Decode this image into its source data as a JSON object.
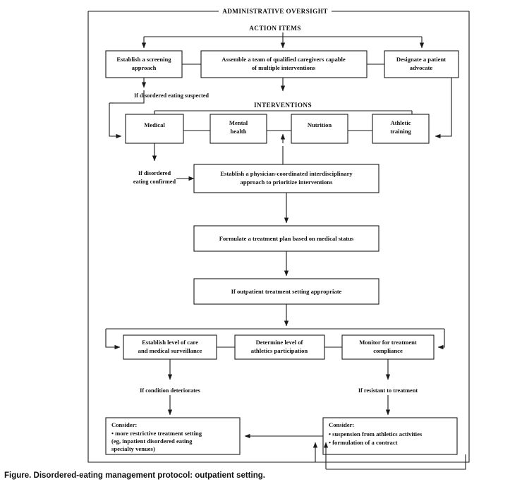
{
  "figure": {
    "caption": "Figure.  Disordered-eating management protocol: outpatient setting.",
    "outer_label": "ADMINISTRATIVE OVERSIGHT",
    "section_action_items": "ACTION ITEMS",
    "section_interventions": "INTERVENTIONS"
  },
  "boxes": {
    "screening": {
      "line1": "Establish a screening",
      "line2": "approach"
    },
    "team": {
      "line1": "Assemble a team of qualified caregivers capable",
      "line2": "of multiple interventions"
    },
    "advocate": {
      "line1": "Designate a patient",
      "line2": "advocate"
    },
    "medical": {
      "line1": "Medical"
    },
    "mental": {
      "line1": "Mental",
      "line2": "health"
    },
    "nutrition": {
      "line1": "Nutrition"
    },
    "athletic": {
      "line1": "Athletic",
      "line2": "training"
    },
    "physician": {
      "line1": "Establish a physician-coordinated interdisciplinary",
      "line2": "approach to prioritize interventions"
    },
    "formulate": {
      "line1": "Formulate a treatment plan based on medical status"
    },
    "outpatient": {
      "line1": "If outpatient treatment setting appropriate"
    },
    "level_care": {
      "line1": "Establish level of care",
      "line2": "and medical surveillance"
    },
    "participation": {
      "line1": "Determine level of",
      "line2": "athletics participation"
    },
    "monitor": {
      "line1": "Monitor for treatment",
      "line2": "compliance"
    },
    "consider_left": {
      "title": "Consider:",
      "b1": "• more restrictive treatment setting",
      "b2": "   (eg, inpatient disordered eating",
      "b3": "   specialty venues)"
    },
    "consider_right": {
      "title": "Consider:",
      "b1": "• suspension from athletics activities",
      "b2": "• formulation of a contract"
    }
  },
  "edge_labels": {
    "suspected": "If disordered eating suspected",
    "confirmed_l1": "If disordered",
    "confirmed_l2": "eating confirmed",
    "deteriorates": "If condition deteriorates",
    "resistant": "If resistant to treatment"
  },
  "colors": {
    "ink": "#1a1a1a",
    "paper": "#ffffff"
  },
  "chart_data": {
    "type": "diagram",
    "title": "Disordered-eating management protocol: outpatient setting",
    "nodes": [
      "Establish a screening approach",
      "Assemble a team of qualified caregivers capable of multiple interventions",
      "Designate a patient advocate",
      "Medical",
      "Mental health",
      "Nutrition",
      "Athletic training",
      "Establish a physician-coordinated interdisciplinary approach to prioritize interventions",
      "Formulate a treatment plan based on medical status",
      "If outpatient treatment setting appropriate",
      "Establish level of care and medical surveillance",
      "Determine level of athletics participation",
      "Monitor for treatment compliance",
      "Consider: more restrictive treatment setting (eg, inpatient disordered eating specialty venues)",
      "Consider: suspension from athletics activities; formulation of a contract"
    ]
  }
}
